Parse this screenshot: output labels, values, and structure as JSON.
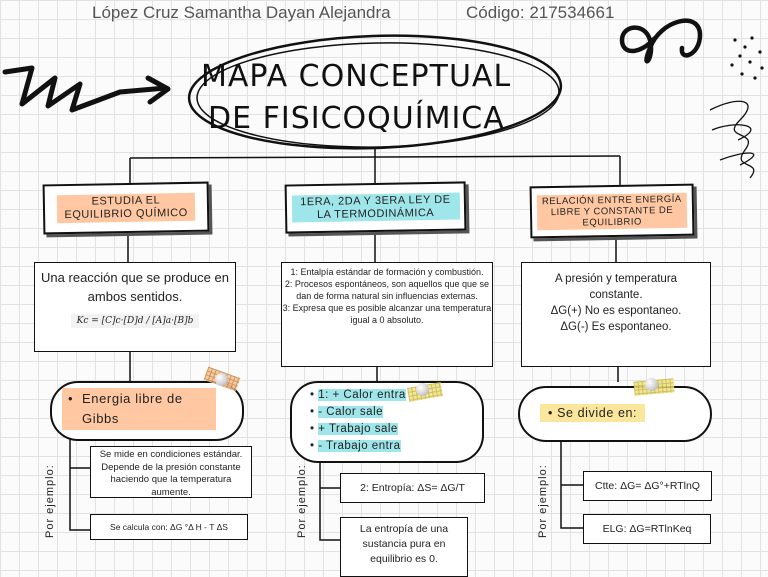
{
  "header": {
    "author": "López Cruz Samantha Dayan Alejandra",
    "code": "Código: 217534661"
  },
  "title": {
    "line1": "MAPA CONCEPTUAL",
    "line2": "DE FISICOQUÍMICA"
  },
  "columns": [
    {
      "category": "ESTUDIA EL EQUILIBRIO QUÍMICO",
      "description": "Una reacción que se produce en ambos sentidos.",
      "formula": "Kc = [C]c·[D]d / [A]a·[B]b",
      "bullet": "Energia libre de Gibbs",
      "example_label": "Por ejemplo:",
      "examples": [
        "Se mide en condiciones estándar. Depende de la presión constante haciendo que la temperatura aumente.",
        "Se calcula con: ΔG °Δ H - T ΔS"
      ]
    },
    {
      "category": "1ERA, 2DA Y 3ERA LEY DE LA TERMODINÁMICA",
      "description_lines": [
        "1: Entalpía estándar de formación y combustión.",
        "2: Procesos espontáneos, son aquellos que que se dan de forma natural sin influencias externas.",
        "3: Expresa que es posible alcanzar una temperatura igual a 0 absoluto."
      ],
      "bullets": [
        "1: + Calor entra",
        "- Calor sale",
        "+ Trabajo sale",
        "- Trabajo entra"
      ],
      "example_label": "Por ejemplo:",
      "examples": [
        "2: Entropía: ΔS= ΔG/T",
        "La entropía de una sustancia pura en equilibrio es 0."
      ]
    },
    {
      "category": "RELACIÓN ENTRE ENERGÍA LIBRE Y CONSTANTE DE EQUILIBRIO",
      "description_lines": [
        "A presión y temperatura constante.",
        "ΔG(+) No es espontaneo.",
        "ΔG(-) Es espontaneo."
      ],
      "bullet": "Se divide en:",
      "example_label": "Por ejemplo:",
      "examples": [
        "Ctte: ΔG= ΔG°+RTlnQ",
        "ELG: ΔG=RTlnKeq"
      ]
    }
  ],
  "colors": {
    "orange": "#ffc8a2",
    "cyan": "#9fe6ea",
    "yellow": "#fbe79b"
  }
}
